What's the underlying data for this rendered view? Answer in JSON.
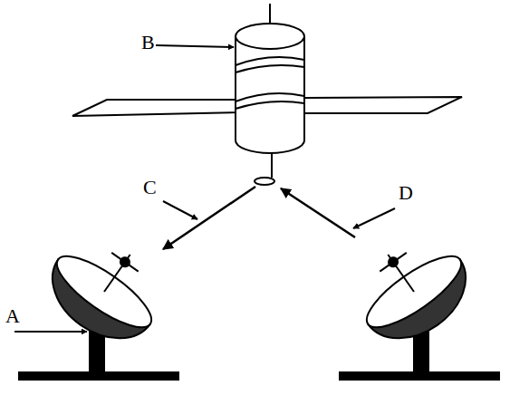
{
  "diagram": {
    "labels": [
      "B",
      "C",
      "D",
      "A"
    ]
  }
}
